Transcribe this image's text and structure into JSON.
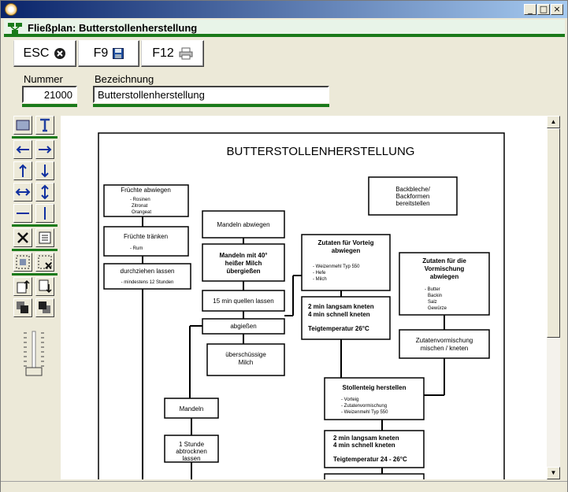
{
  "window": {
    "min": "_",
    "max": "□",
    "close": "×"
  },
  "header": {
    "title": "Fließplan:  Butterstollenherstellung"
  },
  "toolbar": {
    "esc_label": "ESC",
    "f9_label": "F9",
    "f12_label": "F12"
  },
  "form": {
    "nummer_label": "Nummer",
    "nummer_value": "21000",
    "bezeichnung_label": "Bezeichnung",
    "bezeichnung_value": "Butterstollenherstellung"
  },
  "diagram": {
    "title": "BUTTERSTOLLENHERSTELLUNG",
    "box_fruechte_abwiegen": "Früchte abwiegen",
    "box_fruechte_abwiegen_items": [
      "- Rosinen",
      "Zitronat",
      "Orangeat"
    ],
    "box_fruechte_traenken": "Früchte tränken",
    "box_fruechte_traenken_items": [
      "- Rum"
    ],
    "box_durchziehen": "durchziehen lassen",
    "box_durchziehen_items": [
      "- mindestens 12 Stunden"
    ],
    "box_mandeln_abwiegen": "Mandeln abwiegen",
    "box_mandeln_milch": [
      "Mandeln mit 40°",
      "heißer Milch",
      "übergießen"
    ],
    "box_quellen": "15 min quellen lassen",
    "box_abgiessen": "abgießen",
    "box_ueberschuessige": [
      "überschüssige",
      "Milch"
    ],
    "box_mandeln": "Mandeln",
    "box_abtrocknen": [
      "1 Stunde",
      "abtrocknen",
      "lassen"
    ],
    "box_backbleche": [
      "Backbleche/",
      "Backformen",
      "bereitstellen"
    ],
    "box_zutaten_vorteig": [
      "Zutaten für Vorteig",
      "abwiegen"
    ],
    "box_zutaten_vorteig_items": [
      "- Weizenmehl Typ 550",
      "- Hefe",
      "- Milch"
    ],
    "box_kneten1": [
      "2 min langsam kneten",
      "4 min schnell kneten"
    ],
    "box_kneten1_temp": "Teigtemperatur 26°C",
    "box_zutaten_vormischung": [
      "Zutaten für die",
      "Vormischung",
      "abwiegen"
    ],
    "box_zutaten_vormischung_items": [
      "- Butter",
      "Backin",
      "Salz",
      "Gewürze"
    ],
    "box_vormischung_kneten": [
      "Zutatenvormischung",
      "mischen / kneten"
    ],
    "box_stollenteig": "Stollenteig herstellen",
    "box_stollenteig_items": [
      "- Vorteig",
      "- Zutatenvormischung",
      "- Weizenmehl Typ 550"
    ],
    "box_kneten2": [
      "2 min langsam kneten",
      "4 min schnell kneten"
    ],
    "box_kneten2_temp": "Teigtemperatur 24 - 26°C"
  },
  "colors": {
    "accent_green": "#1a7a1a",
    "titlebar": "#0a246a"
  },
  "icons": [
    "app-icon",
    "flowplan-icon",
    "cancel-icon",
    "save-icon",
    "print-icon"
  ]
}
